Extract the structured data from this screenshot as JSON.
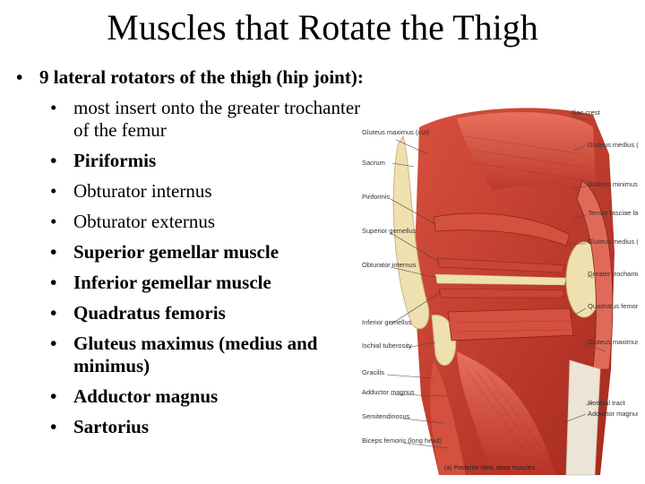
{
  "slide": {
    "title": "Muscles that Rotate the Thigh",
    "bullets": [
      {
        "level": 1,
        "text": "9 lateral rotators of the thigh (hip joint):",
        "bold": true
      },
      {
        "level": 2,
        "text": "most insert onto the greater trochanter of the femur",
        "bold": false
      },
      {
        "level": 2,
        "text": "Piriformis",
        "bold": true
      },
      {
        "level": 2,
        "text": "Obturator internus",
        "bold": false
      },
      {
        "level": 2,
        "text": "Obturator externus",
        "bold": false
      },
      {
        "level": 2,
        "text": "Superior gemellar muscle",
        "bold": true
      },
      {
        "level": 2,
        "text": "Inferior gemellar muscle",
        "bold": true
      },
      {
        "level": 2,
        "text": "Quadratus femoris",
        "bold": true
      },
      {
        "level": 2,
        "text": "Gluteus maximus (medius and minimus)",
        "bold": true
      },
      {
        "level": 2,
        "text": "Adductor magnus",
        "bold": true
      },
      {
        "level": 2,
        "text": "Sartorius",
        "bold": true
      }
    ]
  },
  "figure": {
    "labels_left": [
      "Gluteus maximus (cut)",
      "Sacrum",
      "Piriformis",
      "Superior gemellus",
      "Obturator internus",
      "Inferior gemellus",
      "Ischial tuberosity",
      "Gracilis",
      "Adductor magnus",
      "Semitendinosus",
      "Biceps femoris (long head)"
    ],
    "labels_right": [
      "Iliac crest",
      "Gluteus medius (cut)",
      "Gluteus minimus",
      "Tensor fasciae latae",
      "Gluteus medius (cut)",
      "Greater trochanter of femur",
      "Quadratus femoris",
      "Gluteus maximus (cut)",
      "Iliotibial tract",
      "Adductor magnus"
    ],
    "caption": "(a) Posterior view, deep muscles",
    "colors": {
      "muscle": "#c0392b",
      "muscle_light": "#e06a5a",
      "bone": "#efe0b0",
      "fascia": "#ece4d6"
    }
  }
}
